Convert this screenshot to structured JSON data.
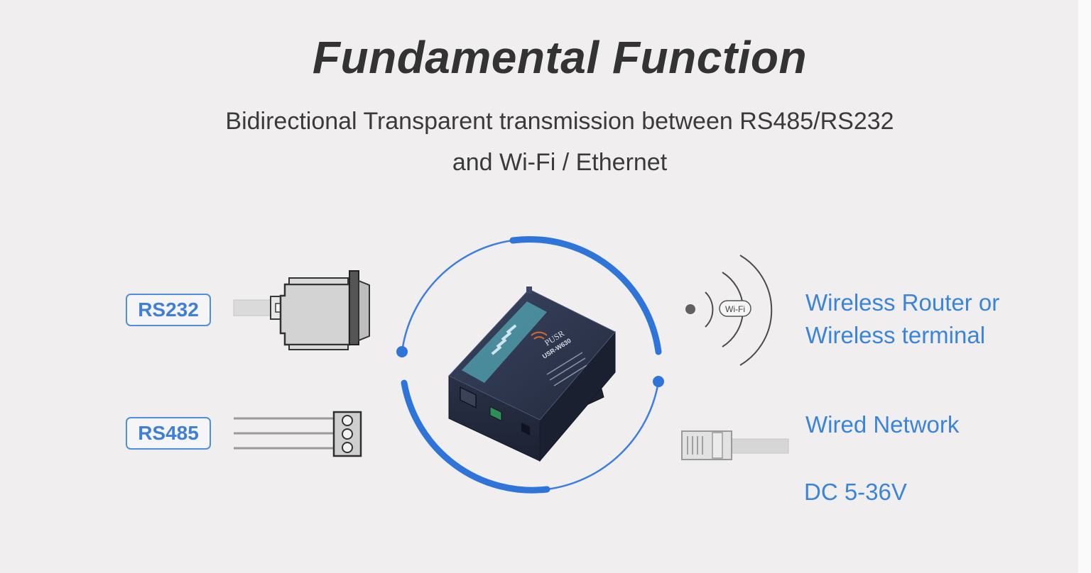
{
  "heading": {
    "title": "Fundamental Function",
    "subtitle_line1": "Bidirectional Transparent transmission between RS485/RS232",
    "subtitle_line2": "and Wi-Fi / Ethernet"
  },
  "left_ports": {
    "rs232_label": "RS232",
    "rs485_label": "RS485"
  },
  "right_side": {
    "wireless_line1": "Wireless Router or",
    "wireless_line2": "Wireless terminal",
    "wifi_badge": "Wi-Fi",
    "wired_label": "Wired Network",
    "power_label": "DC 5-36V"
  },
  "device": {
    "brand": "PUSR",
    "model": "USR-W630"
  },
  "colors": {
    "accent_blue": "#2f74d9",
    "label_blue": "#3a85d8",
    "title_gray": "#333333",
    "background": "#f0eeef",
    "device_body": "#2d3650"
  }
}
